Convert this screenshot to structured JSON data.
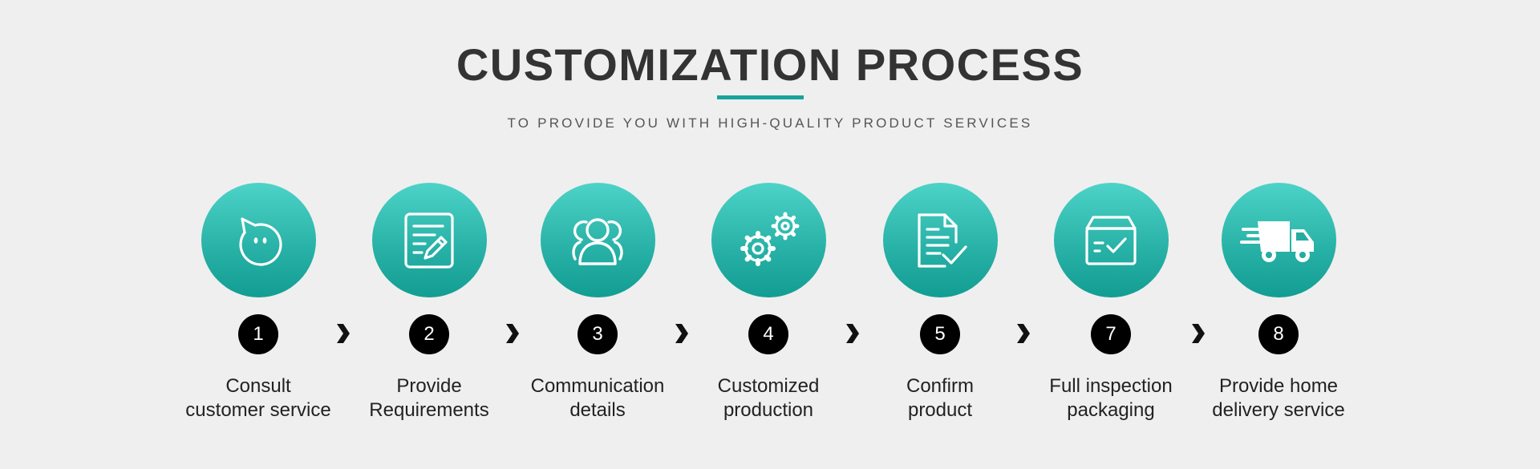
{
  "header": {
    "title": "CUSTOMIZATION PROCESS",
    "subtitle": "TO PROVIDE YOU WITH HIGH-QUALITY PRODUCT SERVICES"
  },
  "colors": {
    "accent": "#1aa39c",
    "circle_top": "#4dd3c8",
    "circle_bottom": "#129d93",
    "badge": "#000000"
  },
  "steps": [
    {
      "number": "1",
      "icon": "chat-bubble-icon",
      "label_line1": "Consult",
      "label_line2": "customer service"
    },
    {
      "number": "2",
      "icon": "document-edit-icon",
      "label_line1": "Provide",
      "label_line2": "Requirements"
    },
    {
      "number": "3",
      "icon": "users-group-icon",
      "label_line1": "Communication",
      "label_line2": "details"
    },
    {
      "number": "4",
      "icon": "gears-icon",
      "label_line1": "Customized",
      "label_line2": "production"
    },
    {
      "number": "5",
      "icon": "document-check-icon",
      "label_line1": "Confirm",
      "label_line2": "product"
    },
    {
      "number": "7",
      "icon": "box-check-icon",
      "label_line1": "Full inspection",
      "label_line2": "packaging"
    },
    {
      "number": "8",
      "icon": "delivery-truck-icon",
      "label_line1": "Provide home",
      "label_line2": "delivery service"
    }
  ]
}
